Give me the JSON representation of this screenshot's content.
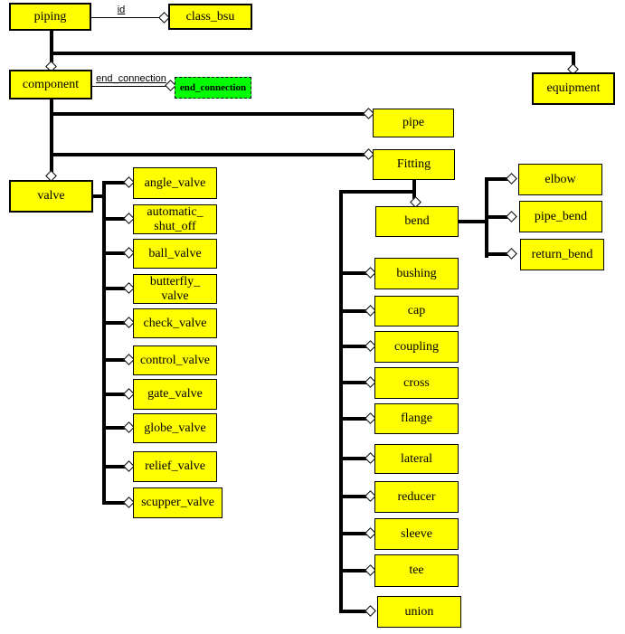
{
  "colors": {
    "node_fill": "#ffff00",
    "selected_fill": "#00ff00",
    "node_border": "#000000",
    "line": "#000000",
    "background": "#ffffff"
  },
  "nodes": {
    "piping": "piping",
    "class_bsu": "class_bsu",
    "component": "component",
    "equipment": "equipment",
    "pipe": "pipe",
    "fitting": "Fitting",
    "valve": "valve",
    "bend": "bend",
    "end_connection": "end_connection"
  },
  "edge_labels": {
    "id": "id",
    "end_connection": "end_connection"
  },
  "valve_subtypes": [
    "angle_valve",
    "automatic_\nshut_off",
    "ball_valve",
    "butterfly_\nvalve",
    "check_valve",
    "control_valve",
    "gate_valve",
    "globe_valve",
    "relief_valve",
    "scupper_valve"
  ],
  "fitting_subtypes": [
    "bushing",
    "cap",
    "coupling",
    "cross",
    "flange",
    "lateral",
    "reducer",
    "sleeve",
    "tee",
    "union"
  ],
  "bend_subtypes": [
    "elbow",
    "pipe_bend",
    "return_bend"
  ]
}
